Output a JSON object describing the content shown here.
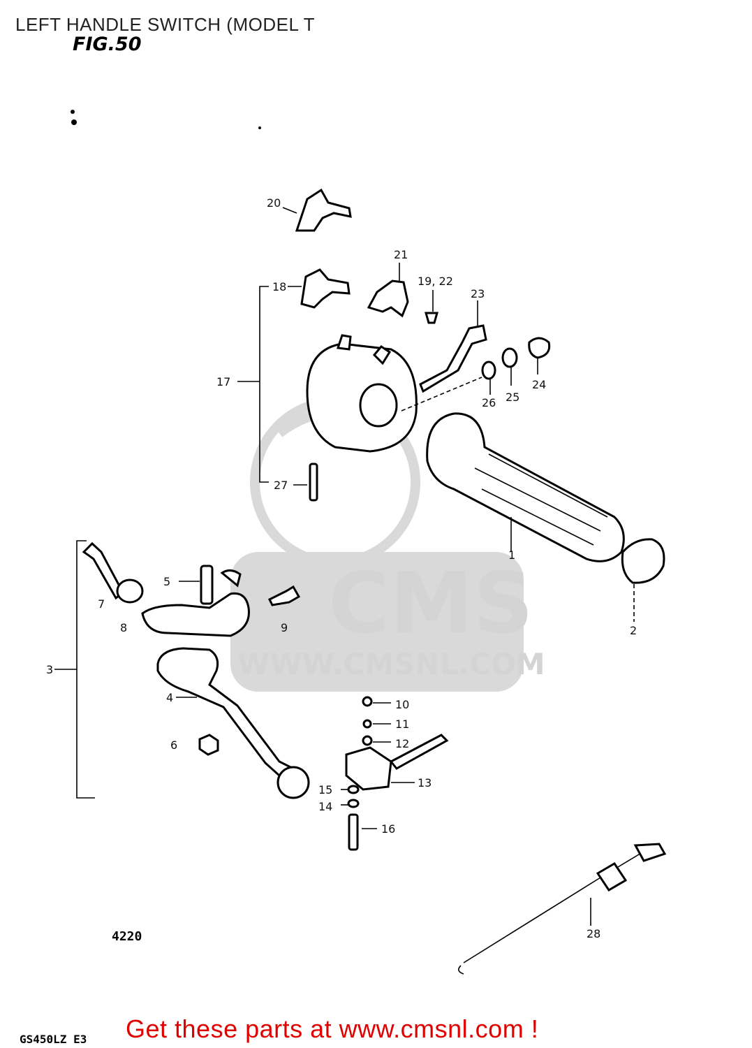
{
  "header": {
    "title": "LEFT HANDLE SWITCH (MODEL T"
  },
  "figure": {
    "label": "FIG.50",
    "model_code": "GS450LZ  E3",
    "scribble": "4220"
  },
  "watermark": {
    "brand": "CMS",
    "url": "WWW.CMSNL.COM"
  },
  "callouts": [
    "20",
    "21",
    "18",
    "19, 22",
    "23",
    "17",
    "24",
    "25",
    "26",
    "27",
    "1",
    "2",
    "5",
    "7",
    "8",
    "9",
    "3",
    "4",
    "6",
    "10",
    "11",
    "12",
    "13",
    "15",
    "14",
    "16",
    "28"
  ],
  "footer": {
    "cta": "Get these parts at www.cmsnl.com !"
  }
}
